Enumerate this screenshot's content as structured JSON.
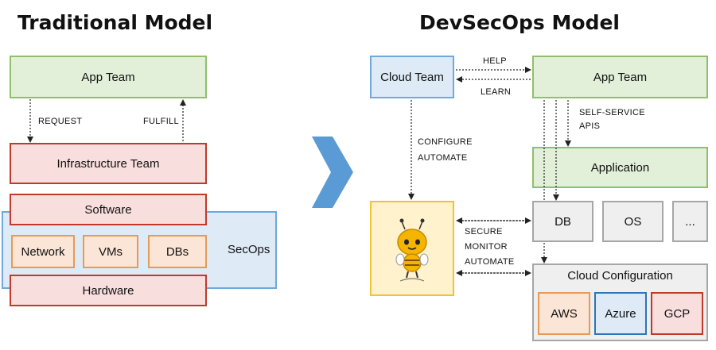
{
  "traditional": {
    "title": "Traditional Model",
    "app_team": "App Team",
    "request": "REQUEST",
    "fulfill": "FULFILL",
    "infrastructure_team": "Infrastructure Team",
    "secops_panel": "SecOps",
    "software": "Software",
    "network": "Network",
    "vms": "VMs",
    "dbs": "DBs",
    "hardware": "Hardware"
  },
  "devsecops": {
    "title": "DevSecOps Model",
    "cloud_team": "Cloud Team",
    "app_team": "App Team",
    "help": "HELP",
    "learn": "LEARN",
    "self_service_line1": "SELF-SERVICE",
    "self_service_line2": "APIS",
    "configure": "CONFIGURE",
    "automate": "AUTOMATE",
    "application": "Application",
    "secure": "SECURE",
    "monitor": "MONITOR",
    "automate2": "AUTOMATE",
    "db": "DB",
    "os": "OS",
    "more": "...",
    "cloud_configuration": "Cloud Configuration",
    "aws": "AWS",
    "azure": "Azure",
    "gcp": "GCP",
    "mascot": "bee-mascot-icon"
  },
  "colors": {
    "green_fill": "#e2f0d9",
    "green_border": "#8fbf6a",
    "red_fill": "#f9dede",
    "red_border": "#c0392b",
    "orange_fill": "#fbe5d6",
    "orange_border": "#e89a55",
    "blue_fill": "#deebf7",
    "blue_border": "#6fa8dc",
    "arrow": "#5b9bd5"
  }
}
